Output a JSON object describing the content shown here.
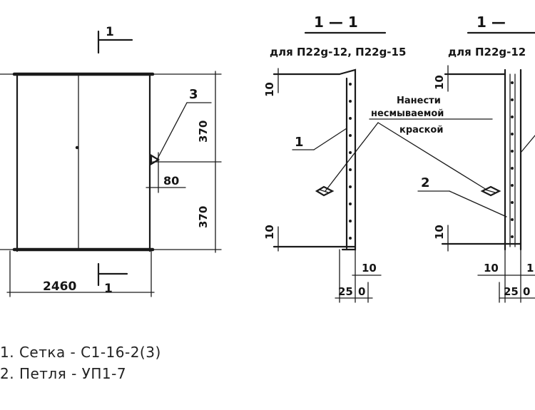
{
  "plan": {
    "section_mark": "1",
    "section_mark_bottom": "1",
    "width_dim": "2460",
    "height_dim_top": "370",
    "height_dim_bottom": "370",
    "offset_dim": "80",
    "callout_3": "3"
  },
  "section_a": {
    "title": "1 — 1",
    "subtitle": "для П22g-12, П22g-15",
    "dim_top": "10",
    "dim_bottom": "10",
    "dim_right": "10",
    "dim_width": "25",
    "dim_width_tail": "0",
    "callout_1": "1"
  },
  "section_b": {
    "title": "1 —",
    "subtitle": "для П22g-12",
    "dim_top": "10",
    "dim_bottom": "10",
    "dim_left": "10",
    "dim_right": "1",
    "dim_width": "25",
    "dim_width_tail": "0",
    "callout_2": "2"
  },
  "note": {
    "line1": "Нанести",
    "line2": "несмываемой",
    "line3": "краской"
  },
  "legend": {
    "item1": "1. Сетка - С1-16-2(3)",
    "item2": "2. Петля - УП1-7"
  }
}
